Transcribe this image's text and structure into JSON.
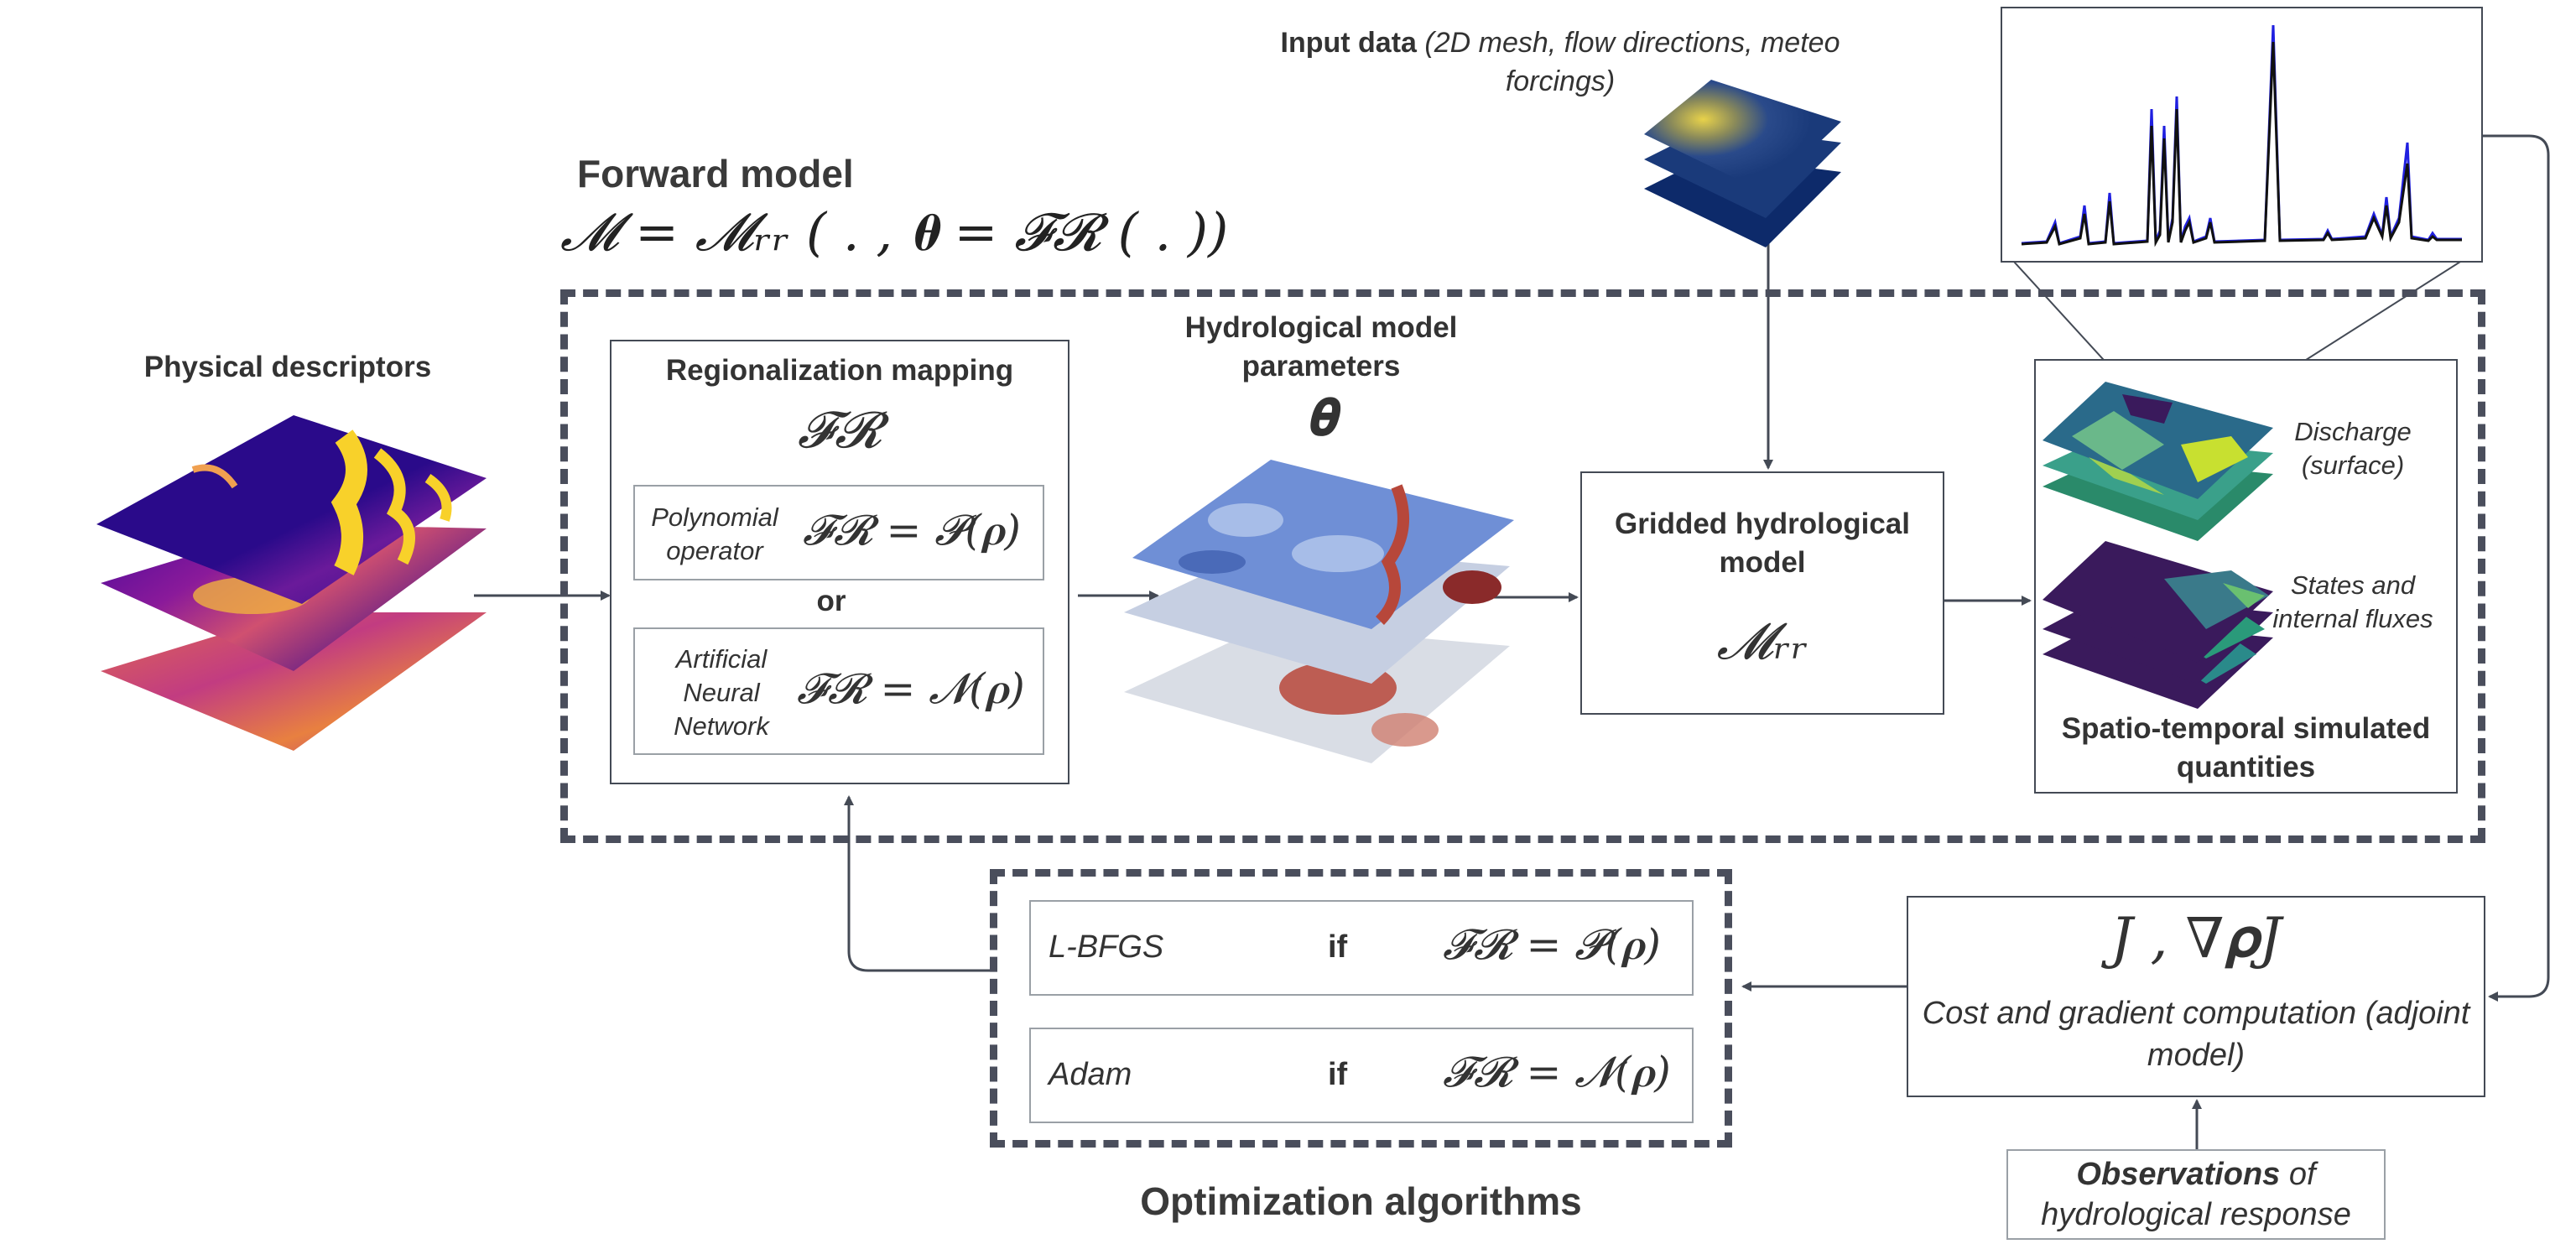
{
  "colors": {
    "box_border": "#444a55",
    "dashed_border": "#4a4e5c",
    "text": "#333333",
    "plasma_dark": "#2a0a8a",
    "plasma_mid": "#c23c81",
    "plasma_light": "#f8d12a",
    "param_blue": "#6f8fd6",
    "param_red": "#b7473a",
    "viridis_dark": "#3a1a5c",
    "viridis_teal": "#2a8a8a",
    "viridis_yellow": "#c8e030",
    "input_navy": "#0d2a6a",
    "input_yellow": "#e8d24a"
  },
  "forward": {
    "title": "Forward model",
    "equation": "𝓜 = 𝓜ᵣᵣ ( . ,  𝛉 = 𝓕𝓡 ( . ))"
  },
  "physical": {
    "label": "Physical descriptors"
  },
  "regionalization": {
    "title": "Regionalization mapping",
    "symbol": "𝓕𝓡",
    "poly": {
      "label": "Polynomial operator",
      "equation": "𝓕𝓡 = 𝓟(𝛒)"
    },
    "or": "or",
    "ann": {
      "label": "Artificial Neural Network",
      "equation": "𝓕𝓡 = 𝓝(𝛒)"
    }
  },
  "params": {
    "title": "Hydrological model parameters",
    "symbol": "𝛉"
  },
  "input": {
    "label_bold": "Input data",
    "label_ital": "(2D mesh, flow directions, meteo forcings)"
  },
  "gridded": {
    "title": "Gridded hydrological model",
    "symbol": "𝓜ᵣᵣ"
  },
  "spatio": {
    "discharge": "Discharge (surface)",
    "states": "States and internal fluxes",
    "title": "Spatio-temporal simulated quantities"
  },
  "optim": {
    "title": "Optimization algorithms",
    "rows": [
      {
        "name": "L-BFGS",
        "cond": "if",
        "eq": "𝓕𝓡 = 𝓟(𝛒)"
      },
      {
        "name": "Adam",
        "cond": "if",
        "eq": "𝓕𝓡 = 𝓝(𝛒)"
      }
    ]
  },
  "cost": {
    "equation": "J ,  ∇𝛒J",
    "label": "Cost and gradient computation (adjoint model)"
  },
  "obs": {
    "bold": "Observations",
    "rest": "of hydrological response"
  }
}
